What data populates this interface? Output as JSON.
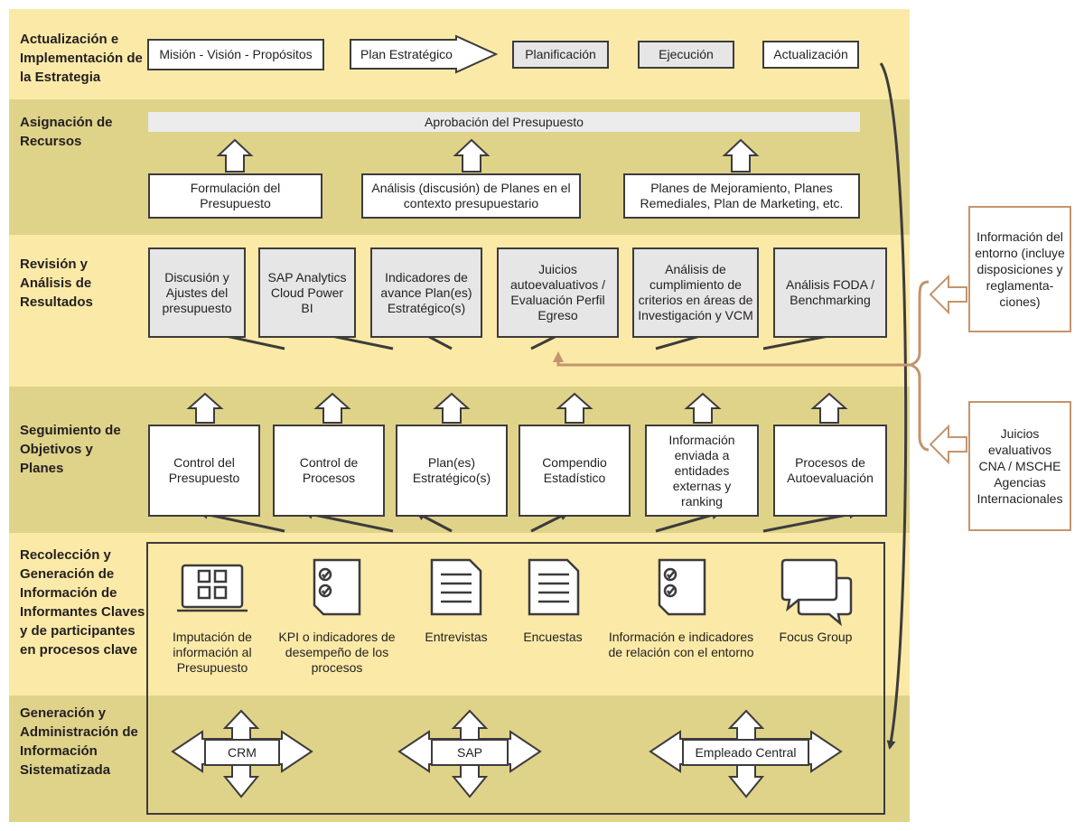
{
  "rows": {
    "actualizacion": "Actualización e Implementación de la Estrategia",
    "asignacion": "Asignación de Recursos",
    "revision": "Revisión y Análisis de Resultados",
    "seguimiento": "Seguimiento de Objetivos y Planes",
    "recoleccion": "Recolección y Generación de Información de Informantes Claves y de participantes en procesos clave",
    "generacion": "Generación y Administración de Información Sistematizada"
  },
  "strategy": {
    "mision": "Misión - Visión - Propósitos",
    "plan": "Plan Estratégico",
    "planificacion": "Planificación",
    "ejecucion": "Ejecución",
    "actualizacion": "Actualización"
  },
  "resources": {
    "aprobacion": "Aprobación del Presupuesto",
    "formulacion": "Formulación del Presupuesto",
    "analisis": "Análisis (discusión) de Planes en el contexto presupuestario",
    "planes": "Planes de Mejoramiento, Planes Remediales, Plan de Marketing, etc."
  },
  "review": [
    "Discusión y Ajustes del presupuesto",
    "SAP Analytics Cloud Power BI",
    "Indicadores de avance Plan(es) Estratégico(s)",
    "Juicios autoevaluativos / Evaluación Perfil Egreso",
    "Análisis de cumplimiento de criterios en áreas de Investigación y VCM",
    "Análisis FODA / Benchmarking"
  ],
  "tracking": [
    "Control del Presupuesto",
    "Control de Procesos",
    "Plan(es) Estratégico(s)",
    "Compendio Estadístico",
    "Información enviada a entidades externas y ranking",
    "Procesos de Autoevaluación"
  ],
  "collection": [
    {
      "label": "Imputación de información al Presupuesto",
      "icon": "calculator-icon"
    },
    {
      "label": "KPI o indicadores de desempeño de los procesos",
      "icon": "checklist-icon"
    },
    {
      "label": "Entrevistas",
      "icon": "document-icon"
    },
    {
      "label": "Encuestas",
      "icon": "document-icon"
    },
    {
      "label": "Información e indicadores de relación con el entorno",
      "icon": "checklist-icon"
    },
    {
      "label": "Focus Group",
      "icon": "chat-bubbles-icon"
    }
  ],
  "systems": [
    "CRM",
    "SAP",
    "Empleado Central"
  ],
  "external": {
    "entorno": "Información del entorno (incluye disposiciones y reglamenta-ciones)",
    "juicios": "Juicios evaluativos CNA / MSCHE Agencias Internacionales"
  },
  "colors": {
    "band_light": "#fbeaa7",
    "band_dark": "#dfd38a",
    "border": "#3d3b3c",
    "accent_brown": "#c3956d"
  }
}
